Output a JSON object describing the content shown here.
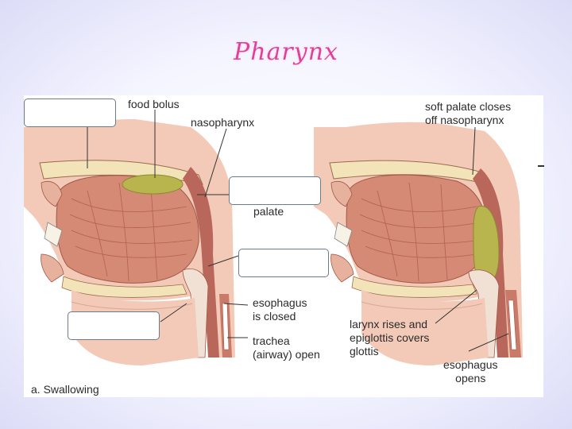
{
  "slide": {
    "title": "Pharynx"
  },
  "figure": {
    "caption": "a. Swallowing",
    "labels": {
      "food_bolus": "food bolus",
      "nasopharynx": "nasopharynx",
      "palate": "palate",
      "esophagus_closed": "esophagus\nis closed",
      "trachea_open": "trachea\n(airway) open",
      "soft_palate": "soft palate closes\noff nasopharynx",
      "larynx": "larynx rises and\nepiglottis covers\nglottis",
      "esophagus_opens": "esophagus\nopens"
    }
  },
  "colors": {
    "title": "#e0409a",
    "muscle": "#c97a68",
    "bone": "#f2e3b8",
    "bolus": "#b9b54e",
    "skin": "#f3c9b8",
    "background_edge": "#dcdcf7"
  }
}
